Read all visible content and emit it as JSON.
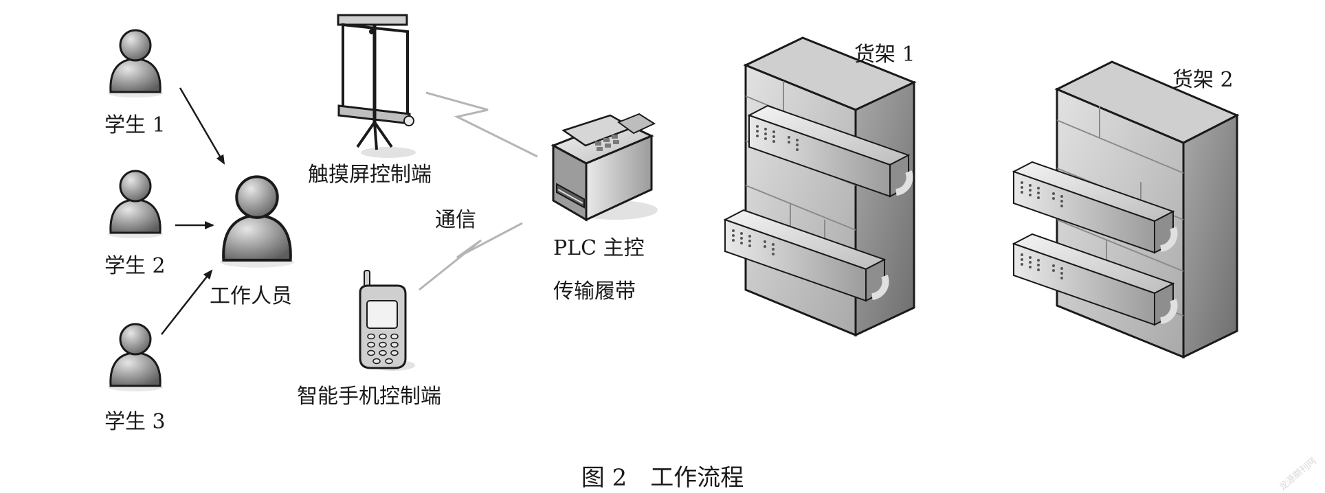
{
  "people": {
    "student1": "学生 1",
    "student2": "学生 2",
    "student3": "学生 3",
    "staff": "工作人员"
  },
  "devices": {
    "touchscreen": "触摸屏控制端",
    "smartphone": "智能手机控制端",
    "communication": "通信",
    "plc_line1": "PLC 主控",
    "plc_line2": "传输履带"
  },
  "shelves": {
    "shelf1": "货架 1",
    "shelf2": "货架 2"
  },
  "caption": "图 2　工作流程",
  "watermark": "龙源期刊网",
  "colors": {
    "person": "#9a9a9a",
    "outline": "#1a1a1a",
    "shelf_face": "#c8c8c8",
    "shelf_side": "#8c8c8c"
  }
}
